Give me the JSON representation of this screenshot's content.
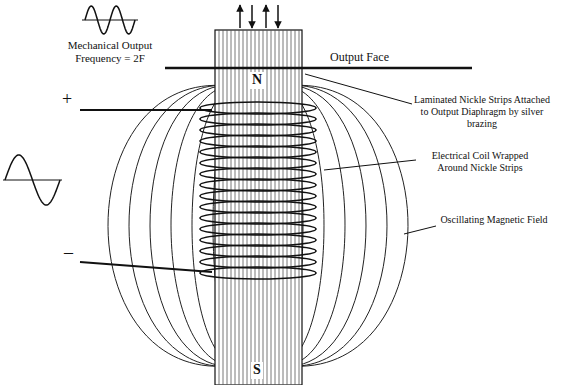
{
  "diagram": {
    "labels": [
      "Mechanical Output Frequency = 2F",
      "Output Face",
      "Laminated Nickle Strips Attached to Output Diaphragm by silver brazing",
      "Electrical Coil Wrapped Around Nickle Strips",
      "Oscillating Magnetic Field",
      "+",
      "–",
      "N",
      "S"
    ]
  }
}
